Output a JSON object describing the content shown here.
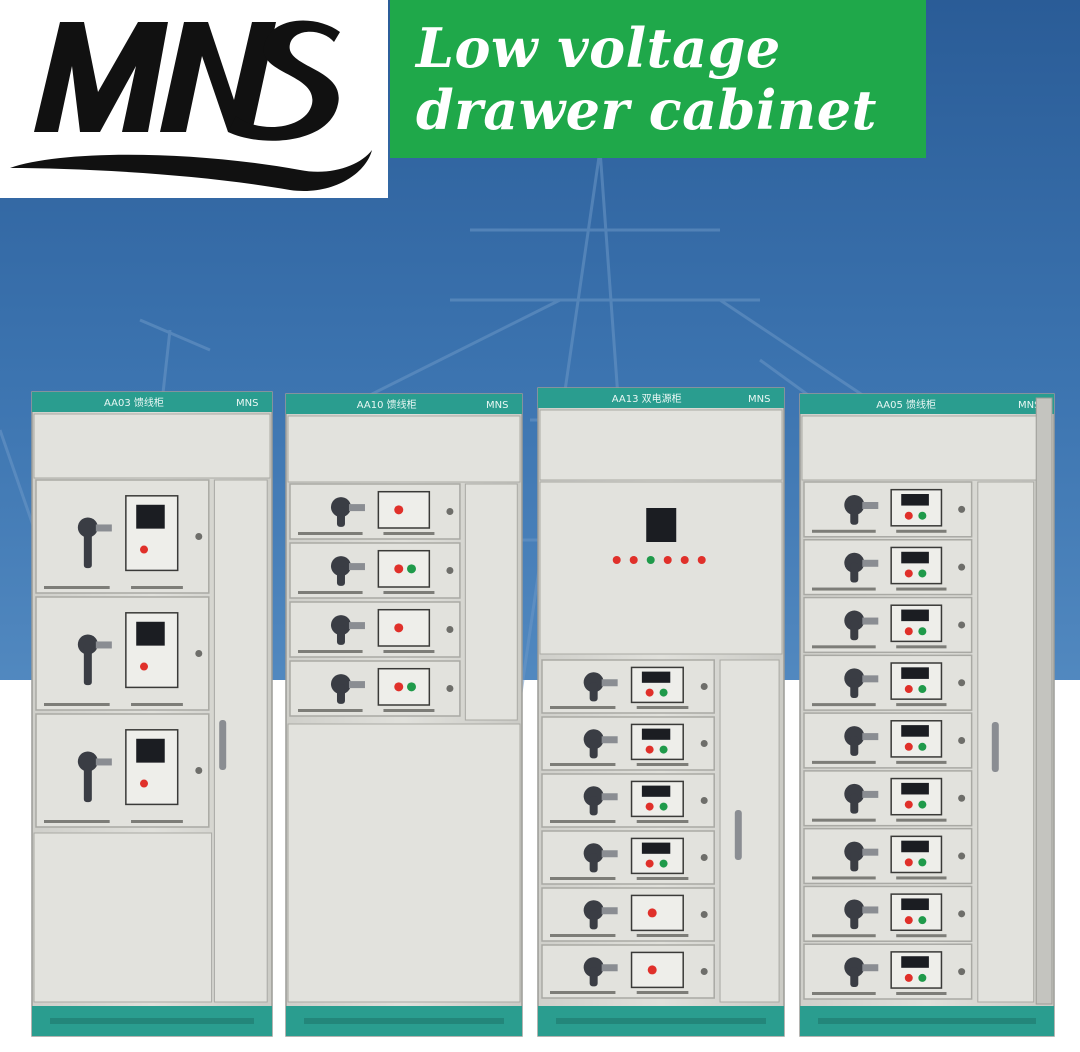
{
  "logo": {
    "text": "MNS"
  },
  "banner": {
    "title_line_1": "Low voltage",
    "title_line_2": "drawer cabinet"
  },
  "cabinets": [
    {
      "label": "AA03  馈线柜",
      "brand": "MNS",
      "type": "mixed",
      "modules": [
        {
          "kind": "handle_meter"
        },
        {
          "kind": "handle_meter"
        },
        {
          "kind": "handle_meter"
        }
      ]
    },
    {
      "label": "AA10  馈线柜",
      "brand": "MNS",
      "type": "drawers_top",
      "modules": [
        {
          "kind": "handle_lamp1"
        },
        {
          "kind": "handle_lamp2"
        },
        {
          "kind": "handle_lamp1"
        },
        {
          "kind": "handle_lamp2"
        }
      ]
    },
    {
      "label": "AA13  双电源柜",
      "brand": "MNS",
      "type": "controller_top",
      "modules": [
        {
          "kind": "handle_meter2"
        },
        {
          "kind": "handle_meter2"
        },
        {
          "kind": "handle_meter2"
        },
        {
          "kind": "handle_meter2"
        },
        {
          "kind": "handle_lamp1"
        },
        {
          "kind": "handle_lamp1"
        }
      ]
    },
    {
      "label": "AA05  馈线柜",
      "brand": "MNS",
      "type": "full_drawers",
      "modules": [
        {
          "kind": "handle_meter2"
        },
        {
          "kind": "handle_meter2"
        },
        {
          "kind": "handle_meter2"
        },
        {
          "kind": "handle_meter2"
        },
        {
          "kind": "handle_meter2"
        },
        {
          "kind": "handle_meter2"
        },
        {
          "kind": "handle_meter2"
        },
        {
          "kind": "handle_meter2"
        },
        {
          "kind": "handle_meter2"
        }
      ]
    }
  ],
  "colors": {
    "sky_top": "#2a5c97",
    "sky_bottom": "#3f78b3",
    "cabinet_body": "#d9d9d4",
    "cabinet_panel": "#e2e2dd",
    "teal_strip": "#2a9d8f",
    "lamp_red": "#e0302a",
    "lamp_green": "#1f9a4a",
    "handle": "#3a3d44",
    "green_banner": "#1fa84a"
  }
}
